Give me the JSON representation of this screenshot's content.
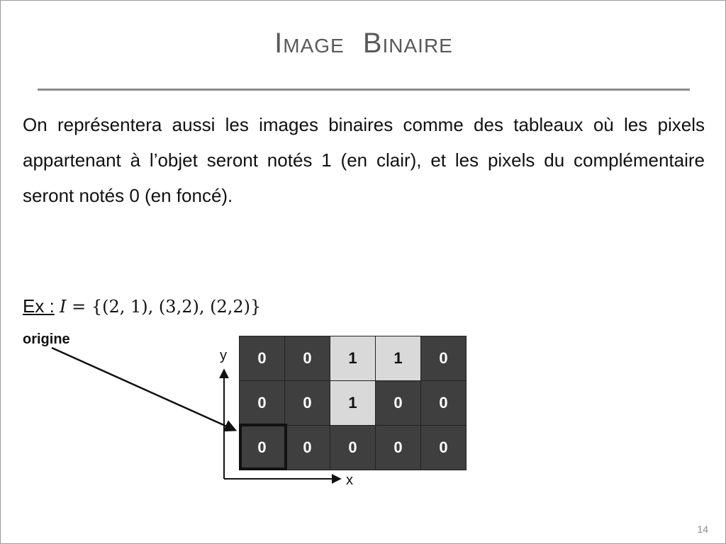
{
  "slide": {
    "title": "Image Binaire",
    "paragraph": "On représentera aussi les images binaires comme des tableaux où les pixels appartenant à l’objet seront notés 1 (en clair), et les pixels du complémentaire seront notés 0 (en foncé).",
    "example_label": "Ex :",
    "example_formula": "𝐼 = {(2, 1), (3,2), (2,2)}",
    "origin_label": "origine",
    "axis_y": "y",
    "axis_x": "x",
    "page_number": "14"
  },
  "grid": {
    "rows": [
      [
        "0",
        "0",
        "1",
        "1",
        "0"
      ],
      [
        "0",
        "0",
        "1",
        "0",
        "0"
      ],
      [
        "0",
        "0",
        "0",
        "0",
        "0"
      ]
    ]
  },
  "colors": {
    "dark_cell": "#3f3f3f",
    "light_cell": "#d9d9d9"
  }
}
